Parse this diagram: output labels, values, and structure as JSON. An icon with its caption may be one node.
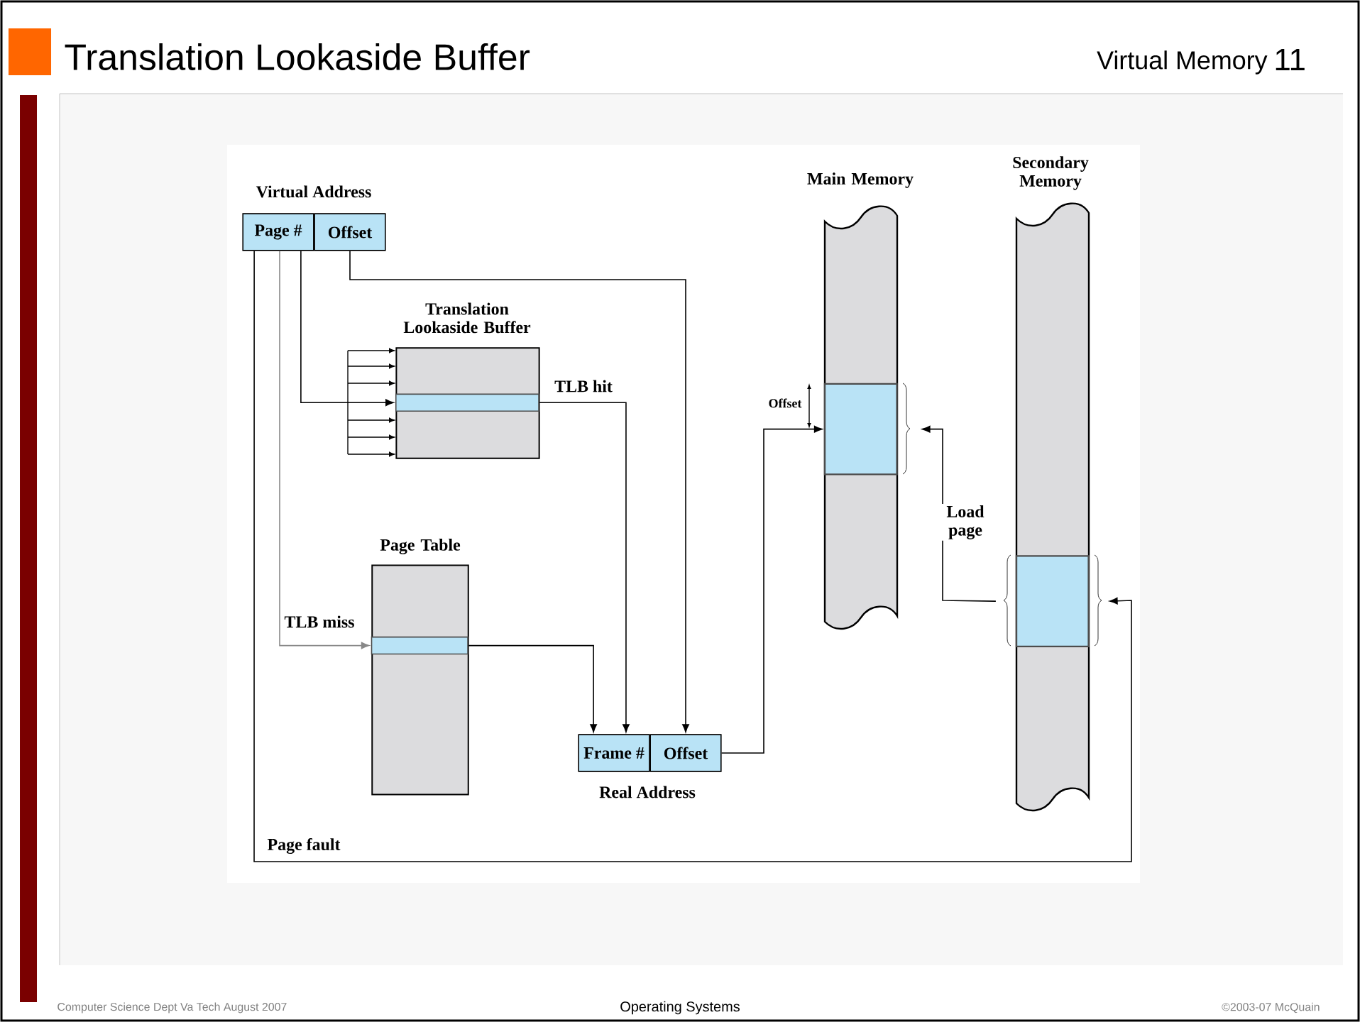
{
  "diagram": {
    "title": "Translation Lookaside Buffer",
    "nodes": [
      {
        "text": [
          "Page #"
        ]
      },
      {
        "text": [
          "Offset"
        ]
      },
      {
        "text": [
          "Translation Lookaside Buffer"
        ]
      },
      {
        "text": [],
        "shape": "bar",
        "in": 2
      },
      {
        "text": [
          "Page Table"
        ]
      },
      {
        "text": [],
        "shape": "bar",
        "in": 4
      },
      {
        "text": [
          "Frame #"
        ]
      },
      {
        "text": [
          "Offset"
        ]
      },
      {
        "text": [
          "Main Memory"
        ]
      },
      {
        "text": [],
        "shape": "box",
        "in": 8
      },
      {
        "text": [
          "Secondary Memory"
        ]
      },
      {
        "text": [],
        "shape": "box",
        "in": 10
      }
    ],
    "edges": [
      {
        "from": 0,
        "to": 3,
        "arrow": "to"
      },
      {
        "from": 1,
        "to": 7,
        "arrow": "to"
      },
      {
        "from": 3,
        "to": 6,
        "arrow": "to",
        "label": "TLB hit"
      },
      {
        "from": 0,
        "to": 5,
        "arrow": "to",
        "label": "TLB miss",
        "color": "#888888"
      },
      {
        "from": 5,
        "to": 6,
        "arrow": "to"
      },
      {
        "from": 7,
        "to": 9,
        "arrow": "to"
      },
      {
        "from": 0,
        "to": 11,
        "arrow": "to",
        "label": "Page fault"
      },
      {
        "from": 11,
        "to": 9,
        "arrow": "to",
        "label": "Load page"
      }
    ],
    "labels": [
      "Virtual Memory",
      "11",
      "Virtual Address",
      "Offset",
      "Real Address",
      "Computer Science Dept Va Tech August 2007",
      "Operating Systems",
      "©2003-07  McQuain"
    ]
  }
}
